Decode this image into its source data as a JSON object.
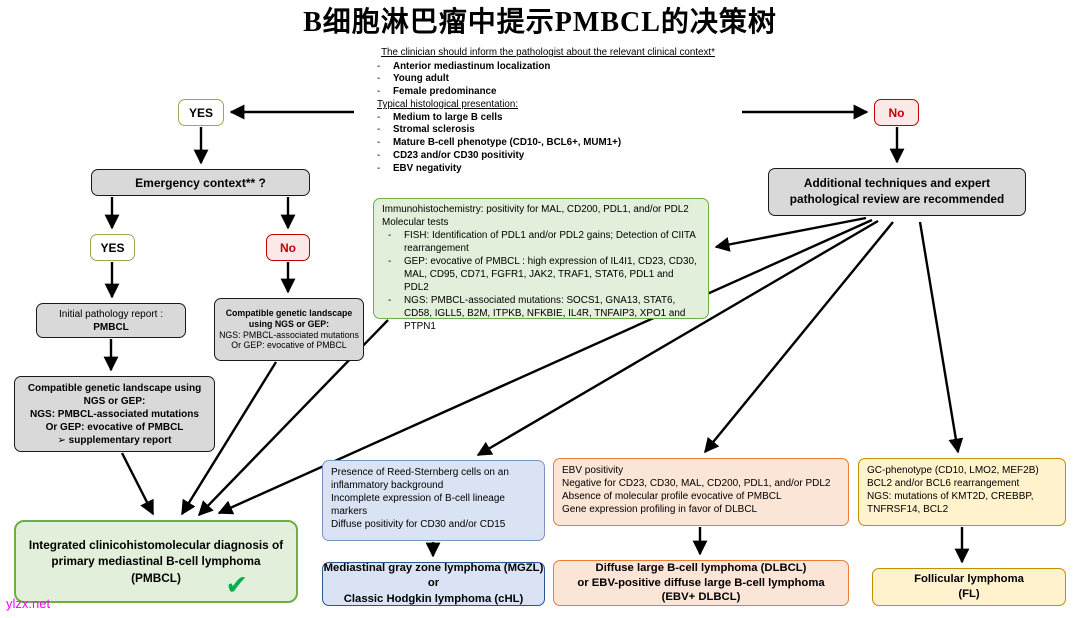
{
  "title": "B细胞淋巴瘤中提示PMBCL的决策树",
  "watermark": "ylzx.net",
  "colors": {
    "green_bg": "#e2efda",
    "green_border": "#70ad47",
    "check_green": "#00b050",
    "blue_bg": "#dae3f3",
    "blue_border": "#2e5395",
    "orange_bg": "#fbe5d6",
    "orange_border": "#ed7d31",
    "yellow_bg": "#fff2cc",
    "yellow_border": "#bf9000",
    "gray_bg": "#d9d9d9",
    "no_red": "#c00000"
  },
  "clinical_context": {
    "header": "The clinician should inform the pathologist about the relevant clinical context*",
    "bullets": [
      "Anterior mediastinum localization",
      "Young adult",
      "Female predominance"
    ],
    "subheader": "Typical histological presentation:",
    "histology": [
      "Medium to large B cells",
      "Stromal sclerosis",
      "Mature B-cell phenotype (CD10-, BCL6+, MUM1+)",
      "CD23 and/or CD30 positivity",
      "EBV negativity"
    ]
  },
  "branch": {
    "yes_top": "YES",
    "no_top": "No",
    "emergency": "Emergency context** ?",
    "yes_sub": "YES",
    "no_sub": "No"
  },
  "initial_report": {
    "line1": "Initial pathology report :",
    "line2": "PMBCL"
  },
  "genetic_no_branch": {
    "line1": "Compatible genetic landscape using NGS or GEP:",
    "line2": "NGS: PMBCL-associated mutations",
    "line3": "Or GEP:  evocative of PMBCL"
  },
  "genetic_yes_branch": {
    "line1": "Compatible genetic landscape using NGS or GEP:",
    "line2": "NGS: PMBCL-associated mutations",
    "line3": "Or GEP:  evocative of PMBCL",
    "line4": "➢  supplementary report"
  },
  "molecular": {
    "line1": "Immunohistochemistry: positivity for MAL, CD200, PDL1, and/or PDL2",
    "line2": "Molecular tests",
    "fish": "FISH: Identification of PDL1 and/or PDL2 gains; Detection of CIITA rearrangement",
    "gep": "GEP: evocative of PMBCL : high expression of IL4I1, CD23, CD30, MAL, CD95, CD71, FGFR1, JAK2, TRAF1, STAT6, PDL1 and PDL2",
    "ngs": "NGS: PMBCL-associated mutations: SOCS1, GNA13, STAT6, CD58, IGLL5, B2M, ITPKB, NFKBIE, IL4R, TNFAIP3, XPO1 and PTPN1"
  },
  "additional": {
    "line1": "Additional techniques and expert",
    "line2": "pathological review are recommended"
  },
  "integrated": {
    "line1": "Integrated clinicohistomolecular diagnosis of",
    "line2": "primary mediastinal B-cell lymphoma",
    "line3": "(PMBCL)",
    "check": "✔"
  },
  "mgzl_criteria": {
    "line1": "Presence of Reed-Sternberg cells on an inflammatory background",
    "line2": "Incomplete expression of B-cell lineage markers",
    "line3": "Diffuse positivity for CD30 and/or CD15"
  },
  "mgzl_result": {
    "line1": "Mediastinal gray zone lymphoma (MGZL) or",
    "line2": "Classic Hodgkin lymphoma (cHL)"
  },
  "dlbcl_criteria": {
    "line1": "EBV positivity",
    "line2": "Negative for  CD23, CD30, MAL, CD200, PDL1, and/or PDL2",
    "line3": "Absence of molecular profile evocative of PMBCL",
    "line4": "Gene expression profiling in favor of DLBCL"
  },
  "dlbcl_result": {
    "line1": "Diffuse large B-cell lymphoma (DLBCL)",
    "line2": "or EBV-positive diffuse large B-cell lymphoma",
    "line3": "(EBV+ DLBCL)"
  },
  "fl_criteria": {
    "line1": "GC-phenotype (CD10, LMO2, MEF2B)",
    "line2": "BCL2 and/or BCL6 rearrangement",
    "line3": "NGS: mutations of KMT2D, CREBBP, TNFRSF14, BCL2"
  },
  "fl_result": {
    "line1": "Follicular lymphoma",
    "line2": "(FL)"
  }
}
